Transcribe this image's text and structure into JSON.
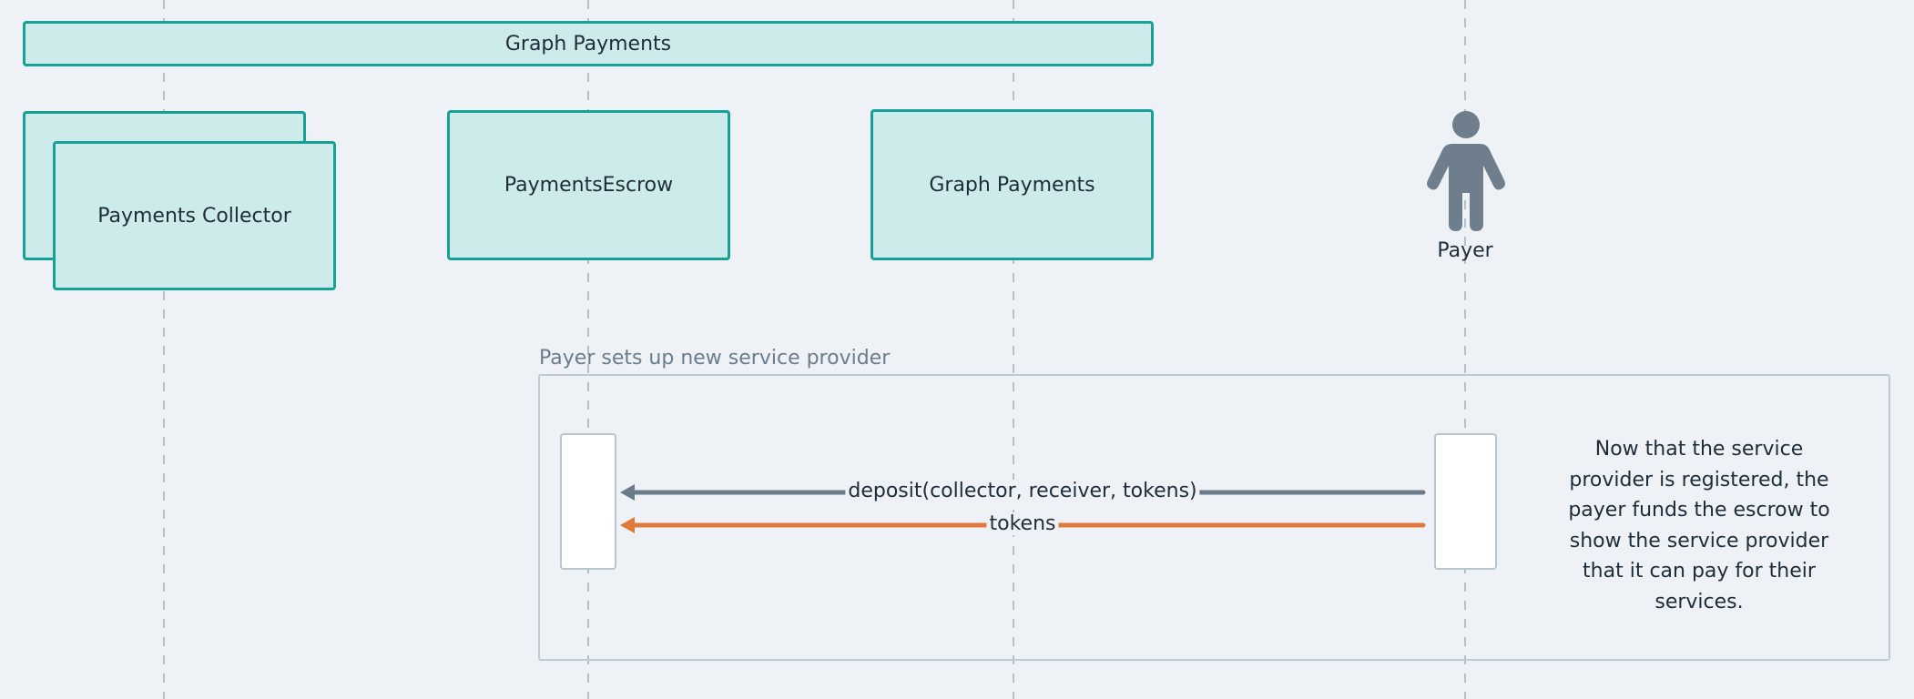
{
  "top_banner": {
    "label": "Graph Payments"
  },
  "participants": [
    {
      "label": "Payments Collector"
    },
    {
      "label": "PaymentsEscrow"
    },
    {
      "label": "Graph Payments"
    },
    {
      "label": "Payer"
    }
  ],
  "group": {
    "label": "Payer sets up new service provider"
  },
  "messages": [
    {
      "label": "deposit(collector, receiver, tokens)",
      "color": "#6b7b8a"
    },
    {
      "label": "tokens",
      "color": "#e07a3a"
    }
  ],
  "note": {
    "text": "Now that the service provider is registered, the payer funds the escrow to show the service provider that it can pay for their services."
  },
  "colors": {
    "background": "#eef1f6",
    "box_fill": "#ccebea",
    "box_border": "#17a095",
    "lifeline": "#b3c1cb",
    "actor_icon": "#6e7e8c"
  }
}
